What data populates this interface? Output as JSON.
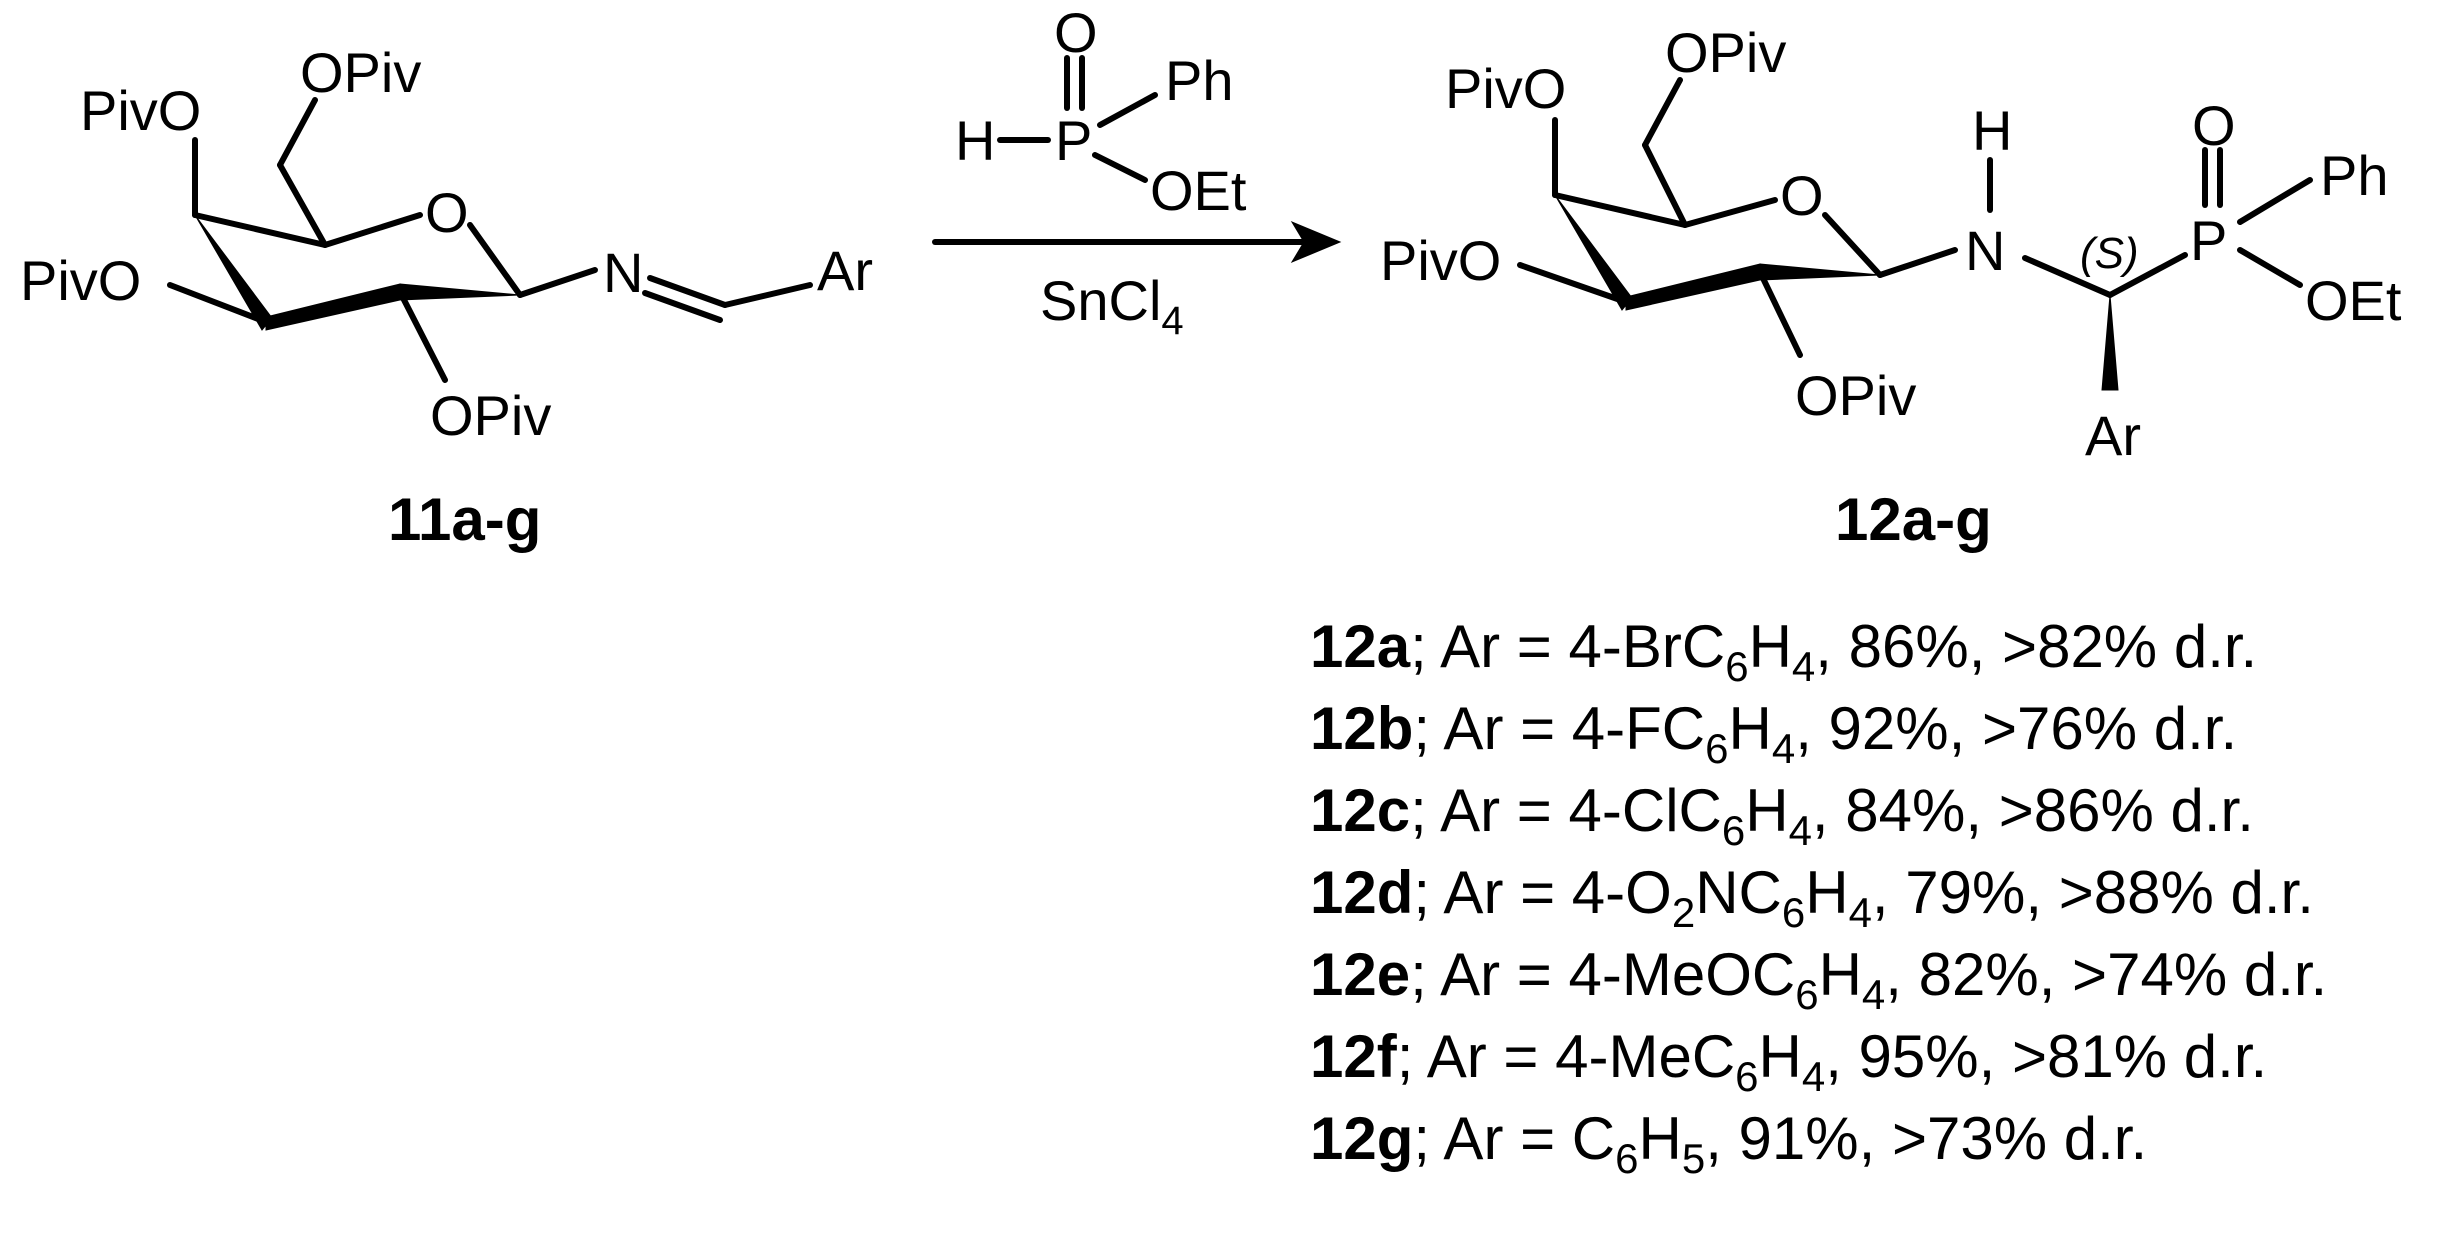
{
  "reactant": {
    "label": "11a-g",
    "groups": {
      "opiv_6": "OPiv",
      "opiv_4": "PivO",
      "opiv_3": "PivO",
      "opiv_2": "OPiv",
      "ring_o": "O",
      "imine_n": "N",
      "ar": "Ar"
    }
  },
  "reagent": {
    "p": "P",
    "o": "O",
    "h": "H",
    "ph": "Ph",
    "oet": "OEt",
    "catalyst": "SnCl",
    "catalyst_sub": "4"
  },
  "product": {
    "label": "12a-g",
    "groups": {
      "opiv_6": "OPiv",
      "opiv_4": "PivO",
      "opiv_3": "PivO",
      "opiv_2": "OPiv",
      "ring_o": "O",
      "nh_h": "H",
      "nh_n": "N",
      "stereo": "(S)",
      "p": "P",
      "o": "O",
      "ph": "Ph",
      "oet": "OEt",
      "ar": "Ar"
    }
  },
  "results": [
    {
      "id": "12a",
      "parts": [
        {
          "t": "; Ar = 4-BrC"
        },
        {
          "s": "6"
        },
        {
          "t": "H"
        },
        {
          "s": "4"
        },
        {
          "t": ", 86%, >82% d.r."
        }
      ]
    },
    {
      "id": "12b",
      "parts": [
        {
          "t": "; Ar = 4-FC"
        },
        {
          "s": "6"
        },
        {
          "t": "H"
        },
        {
          "s": "4"
        },
        {
          "t": ", 92%, >76% d.r."
        }
      ]
    },
    {
      "id": "12c",
      "parts": [
        {
          "t": "; Ar = 4-ClC"
        },
        {
          "s": "6"
        },
        {
          "t": "H"
        },
        {
          "s": "4"
        },
        {
          "t": ", 84%, >86% d.r."
        }
      ]
    },
    {
      "id": "12d",
      "parts": [
        {
          "t": "; Ar = 4-O"
        },
        {
          "s": "2"
        },
        {
          "t": "NC"
        },
        {
          "s": "6"
        },
        {
          "t": "H"
        },
        {
          "s": "4"
        },
        {
          "t": ", 79%, >88% d.r."
        }
      ]
    },
    {
      "id": "12e",
      "parts": [
        {
          "t": "; Ar = 4-MeOC"
        },
        {
          "s": "6"
        },
        {
          "t": "H"
        },
        {
          "s": "4"
        },
        {
          "t": ", 82%, >74% d.r."
        }
      ]
    },
    {
      "id": "12f",
      "parts": [
        {
          "t": "; Ar = 4-MeC"
        },
        {
          "s": "6"
        },
        {
          "t": "H"
        },
        {
          "s": "4"
        },
        {
          "t": ", 95%, >81% d.r."
        }
      ]
    },
    {
      "id": "12g",
      "parts": [
        {
          "t": "; Ar = C"
        },
        {
          "s": "6"
        },
        {
          "t": "H"
        },
        {
          "s": "5"
        },
        {
          "t": ", 91%, >73% d.r."
        }
      ]
    }
  ]
}
